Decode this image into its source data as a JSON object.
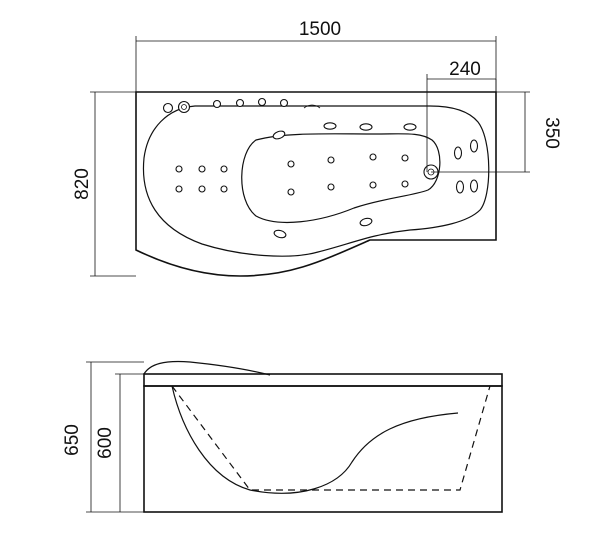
{
  "dimensions": {
    "length": "1500",
    "width": "820",
    "drain_offset_x": "240",
    "drain_offset_y": "350",
    "total_height": "650",
    "rim_height": "600"
  }
}
